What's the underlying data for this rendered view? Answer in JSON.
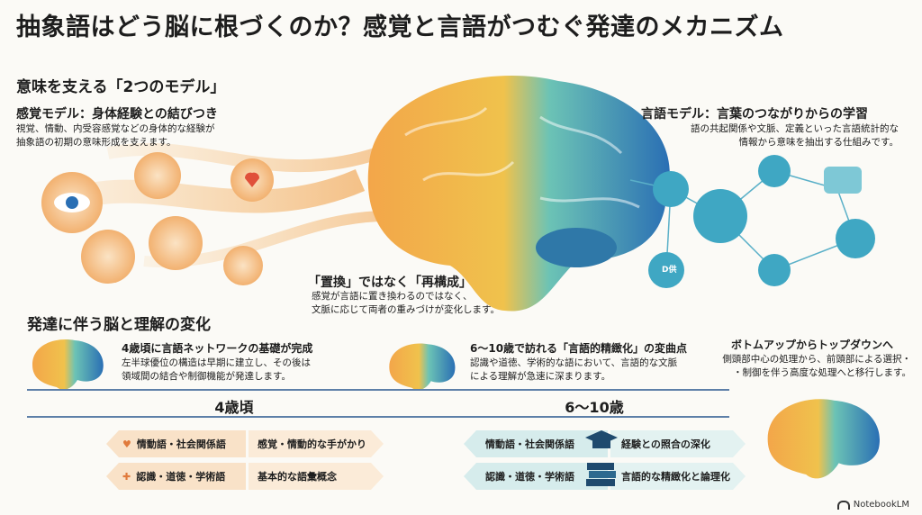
{
  "title": "抽象語はどう脳に根づくのか？感覚と言語がつむぐ発達のメカニズム",
  "models": {
    "heading": "意味を支える「2つのモデル」",
    "sensory": {
      "title": "感覚モデル：身体経験との結びつき",
      "line1": "視覚、情動、内受容感覚などの身体的な経験が",
      "line2": "抽象語の初期の意味形成を支えます。"
    },
    "language": {
      "title": "言語モデル：言葉のつながりからの学習",
      "line1": "語の共起関係や文脈、定義といった言語統計的な",
      "line2": "情報から意味を抽出する仕組みです。"
    },
    "reconstruction": {
      "title": "「置換」ではなく「再構成」",
      "line1": "感覚が言語に置き換わるのではなく、",
      "line2": "文脈に応じて両者の重みづけが変化します。"
    },
    "book_label": "D供"
  },
  "development": {
    "heading": "発達に伴う脳と理解の変化",
    "stage1": {
      "title": "4歳頃に言語ネットワークの基礎が完成",
      "line1": "左半球優位の構造は早期に建立し、その後は",
      "line2": "領域間の結合や制御機能が発達します。"
    },
    "stage2": {
      "title": "6〜10歳で訪れる「言語的精緻化」の変曲点",
      "line1": "認識や道徳、学術的な語において、言語的な文脈",
      "line2": "による理解が急速に深まります。"
    },
    "stage3": {
      "title": "ボトムアップからトップダウンへ",
      "line1": "側頭部中心の処理から、前頭部による選択・",
      "line2": "・制御を伴う高度な処理へと移行します。"
    },
    "age1": "4歳頃",
    "age2": "6〜10歳",
    "left_rows": [
      {
        "category": "情動語・社会関係語",
        "detail": "感覚・情動的な手がかり"
      },
      {
        "category": "認識・道徳・学術語",
        "detail": "基本的な語彙概念"
      }
    ],
    "right_rows": [
      {
        "category": "情動語・社会関係語",
        "detail": "経験との照合の深化"
      },
      {
        "category": "認識・道徳・学術語",
        "detail": "言語的な精緻化と論理化"
      }
    ]
  },
  "footer": {
    "brand": "NotebookLM"
  },
  "colors": {
    "rule": "#5d7fa8",
    "peach": "#f9e2c8",
    "teal": "#d6ecec",
    "accent": "#f0a048"
  }
}
